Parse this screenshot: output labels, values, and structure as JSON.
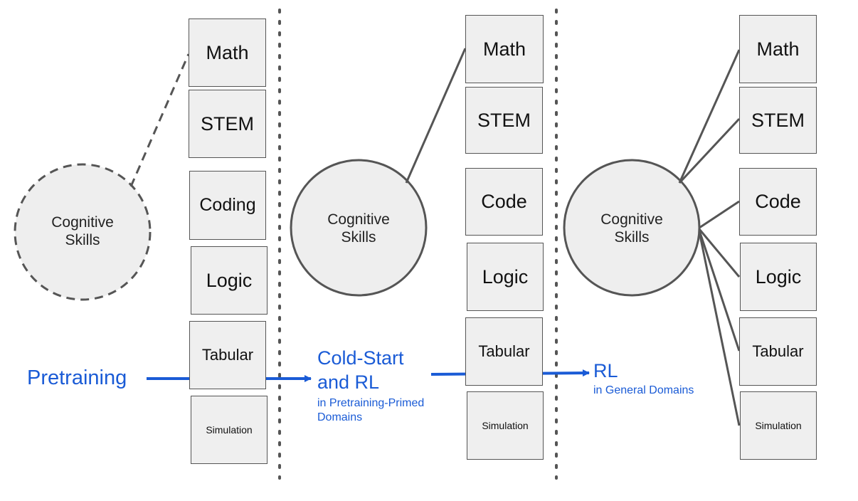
{
  "stages": [
    {
      "circle_label": "Cognitive\nSkills",
      "domains": [
        "Math",
        "STEM",
        "Coding",
        "Logic",
        "Tabular",
        "Simulation"
      ]
    },
    {
      "circle_label": "Cognitive\nSkills",
      "domains": [
        "Math",
        "STEM",
        "Code",
        "Logic",
        "Tabular",
        "Simulation"
      ]
    },
    {
      "circle_label": "Cognitive\nSkills",
      "domains": [
        "Math",
        "STEM",
        "Code",
        "Logic",
        "Tabular",
        "Simulation"
      ]
    }
  ],
  "phases": {
    "pretraining": "Pretraining",
    "cold_start_title_1": "Cold-Start",
    "cold_start_title_2": "and RL",
    "cold_start_sub_1": "in Pretraining-Primed",
    "cold_start_sub_2": "Domains",
    "rl_title": "RL",
    "rl_sub": "in General Domains"
  },
  "colors": {
    "phase_text": "#1a5bd6",
    "arrow": "#1a5bd6",
    "box_fill": "#efefef",
    "circle_fill": "#eeeeee",
    "stroke": "#555555",
    "divider": "#555555"
  }
}
